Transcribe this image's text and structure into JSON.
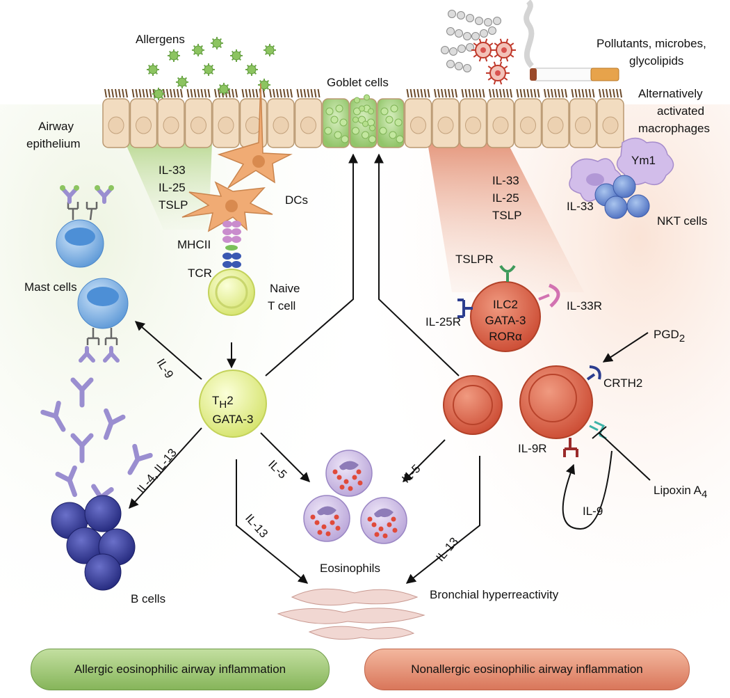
{
  "labels": {
    "allergens": "Allergens",
    "goblet_cells": "Goblet cells",
    "pollutants_line1": "Pollutants, microbes,",
    "pollutants_line2": "glycolipids",
    "alt_macro_line1": "Alternatively",
    "alt_macro_line2": "activated",
    "alt_macro_line3": "macrophages",
    "airway_line1": "Airway",
    "airway_line2": "epithelium",
    "left_cytokine_1": "IL-33",
    "left_cytokine_2": "IL-25",
    "left_cytokine_3": "TSLP",
    "right_cytokine_1": "IL-33",
    "right_cytokine_2": "IL-25",
    "right_cytokine_3": "TSLP",
    "dcs": "DCs",
    "ym1": "Ym1",
    "il33_macro": "IL-33",
    "nkt_cells": "NKT cells",
    "mhcii": "MHCII",
    "tcr": "TCR",
    "naive_line1": "Naive",
    "naive_line2": "T cell",
    "mast_cells": "Mast cells",
    "tslpr": "TSLPR",
    "il25r": "IL-25R",
    "il33r": "IL-33R",
    "ilc2_line1": "ILC2",
    "ilc2_line2": "GATA-3",
    "ilc2_line3": "RORα",
    "pgd2": "PGD",
    "pgd2_sub": "2",
    "crth2": "CRTH2",
    "il9r": "IL-9R",
    "lipoxin": "Lipoxin A",
    "lipoxin_sub": "4",
    "il9_loop": "IL-9",
    "th2_t": "T",
    "th2_sub": "H",
    "th2_2": "2",
    "th2_gata": "GATA-3",
    "il9_arrow": "IL-9",
    "il4_il13": "IL-4, IL-13",
    "il5_left": "IL-5",
    "il5_right": "IL-5",
    "il13_left": "IL-13",
    "il13_right": "IL-13",
    "eosinophils": "Eosinophils",
    "b_cells": "B cells",
    "bronchial": "Bronchial hyperreactivity"
  },
  "banners": {
    "allergic": "Allergic eosinophilic airway inflammation",
    "nonallergic": "Nonallergic eosinophilic airway inflammation"
  },
  "colors": {
    "allergic_green": "#86b55a",
    "nonallergic_red": "#d9765a",
    "epithelium": "#f2dcc0",
    "goblet_green": "#a6d47a",
    "th2_yellow": "#e4ef8c",
    "ilc2_red": "#d9533a",
    "mast_blue": "#7fb2e4",
    "b_cell_navy": "#2a2f8f",
    "eosinophil_lavender": "#c9b8e2",
    "antibody_purple": "#9a8ed0",
    "dc_orange": "#f0ab74"
  }
}
